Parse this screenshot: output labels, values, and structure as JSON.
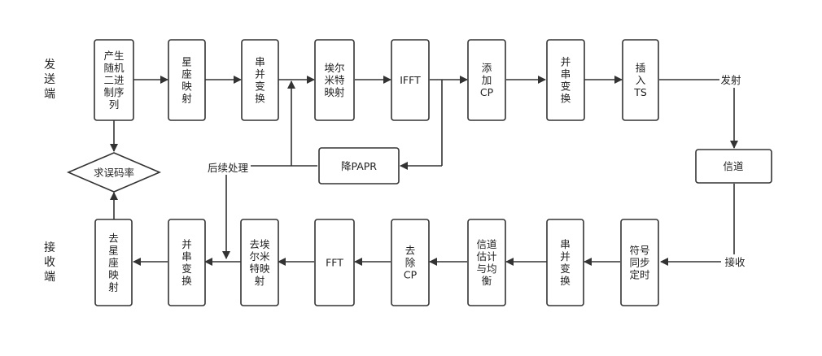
{
  "side_labels": {
    "tx": [
      "发",
      "送",
      "端"
    ],
    "rx": [
      "接",
      "收",
      "端"
    ]
  },
  "tx_blocks": [
    [
      "产生",
      "随机",
      "二进",
      "制序",
      "列"
    ],
    [
      "星",
      "座",
      "映",
      "射"
    ],
    [
      "串",
      "并",
      "变",
      "换"
    ],
    [
      "埃尔",
      "米特",
      "映射"
    ],
    [
      "IFFT"
    ],
    [
      "添",
      "加",
      "CP"
    ],
    [
      "并",
      "串",
      "变",
      "换"
    ],
    [
      "插",
      "入",
      "TS"
    ]
  ],
  "rx_blocks": [
    [
      "去",
      "星",
      "座",
      "映",
      "射"
    ],
    [
      "并",
      "串",
      "变",
      "换"
    ],
    [
      "去埃",
      "尔米",
      "特映",
      "射"
    ],
    [
      "FFT"
    ],
    [
      "去",
      "除",
      "CP"
    ],
    [
      "信道",
      "估计",
      "与均",
      "衡"
    ],
    [
      "串",
      "并",
      "变",
      "换"
    ],
    [
      "符号",
      "同步",
      "定时"
    ]
  ],
  "channel_block": "信道",
  "papr_block": "降PAPR",
  "ber_block": "求误码率",
  "labels": {
    "transmit": "发射",
    "receive": "接收",
    "post_process": "后续处理"
  }
}
